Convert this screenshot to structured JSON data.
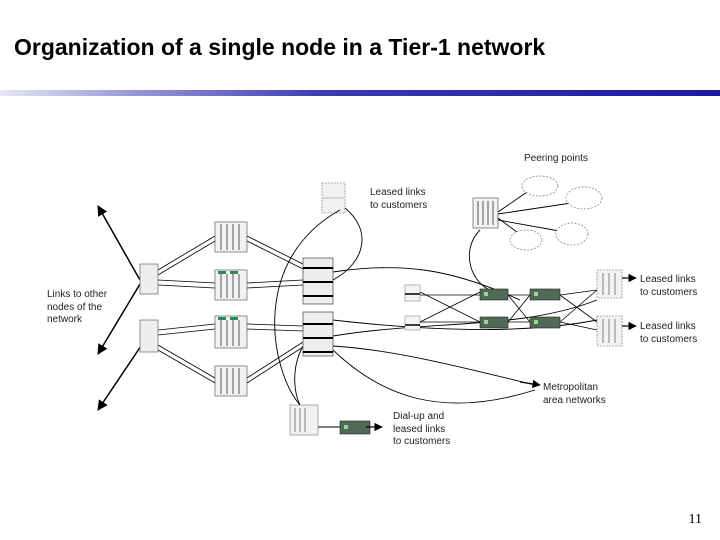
{
  "slide": {
    "title": "Organization of a single node in a Tier-1 network",
    "page_number": "11"
  },
  "diagram": {
    "labels": {
      "peering_points": "Peering points",
      "leased_top": "Leased links\nto customers",
      "leased_right_1": "Leased links\nto customers",
      "leased_right_2": "Leased links\nto customers",
      "links_other_nodes": "Links to other\nnodes of the\nnetwork",
      "metro": "Metropolitan\narea networks",
      "dialup": "Dial-up and\nleased links\nto customers"
    }
  }
}
